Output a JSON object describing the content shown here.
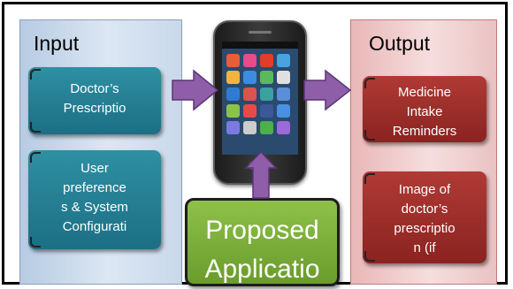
{
  "input": {
    "title": "Input",
    "doctor_lines": [
      "Doctor’s",
      "Prescriptio"
    ],
    "user_lines": [
      "User",
      "preference",
      "s & System",
      "Configurati"
    ]
  },
  "output": {
    "title": "Output",
    "medicine_lines": [
      "Medicine",
      "Intake",
      "Reminders"
    ],
    "image_lines": [
      "Image of",
      "doctor’s",
      "prescriptio",
      "n (if"
    ]
  },
  "center": {
    "lines": [
      "Proposed",
      "Applicatio"
    ],
    "device_icon": "smartphone-icon"
  },
  "colors": {
    "teal_box": "#1c6f84",
    "red_box": "#8a2320",
    "green_box": "#6a9c2c",
    "arrow": "#8e5fa8",
    "input_panel": "#c9d8ea",
    "output_panel": "#f2d2d2"
  }
}
